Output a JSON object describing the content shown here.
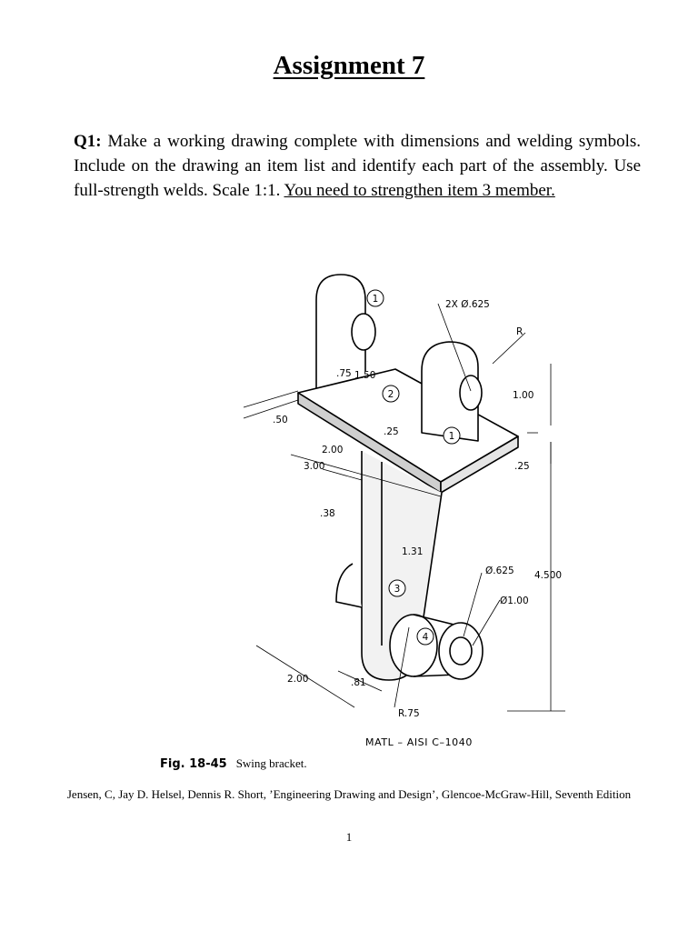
{
  "title": "Assignment 7",
  "question": {
    "label": "Q1:",
    "text": " Make a working drawing complete with dimensions and welding symbols. Include on the drawing an item list and identify each part of the assembly. Use full-strength welds. Scale 1:1. ",
    "underlined": "You need to strengthen item 3 member."
  },
  "figure": {
    "labels": {
      "holes": "2X  Ø.625",
      "r_top": "R",
      "d075": ".75",
      "d150": "1.50",
      "d100": "1.00",
      "d050": ".50",
      "d025a": ".25",
      "d025b": ".25",
      "d200a": "2.00",
      "d300": "3.00",
      "d038": ".38",
      "d131": "1.31",
      "hole_small": "Ø.625",
      "hole_big": "Ø1.00",
      "d4500": "4.500",
      "d200b": "2.00",
      "d081": ".81",
      "r075": "R.75"
    },
    "items": [
      "1",
      "1",
      "2",
      "3",
      "4"
    ]
  },
  "matl": "MATL – AISI C–1040",
  "caption": {
    "number": "Fig. 18-45",
    "text": "Swing bracket."
  },
  "citation": "Jensen, C, Jay D. Helsel, Dennis R. Short, ’Engineering Drawing and Design’, Glencoe-McGraw-Hill, Seventh Edition",
  "page_number": "1"
}
